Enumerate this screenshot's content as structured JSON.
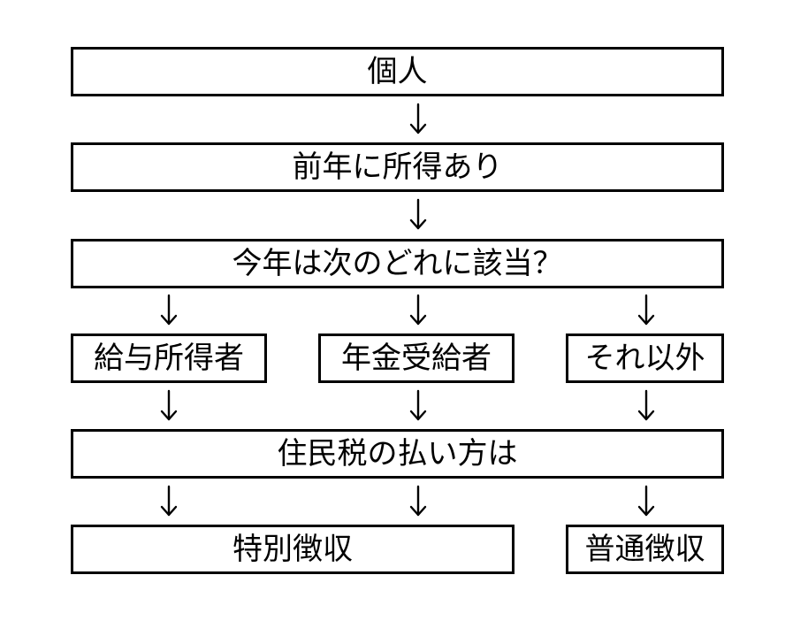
{
  "flowchart": {
    "nodes": {
      "individual": "個人",
      "prior_year_income": "前年に所得あり",
      "question": "今年は次のどれに該当？",
      "salary_earner": "給与所得者",
      "pension_recipient": "年金受給者",
      "other": "それ以外",
      "payment_method": "住民税の払い方は",
      "special_collection": "特別徴収",
      "ordinary_collection": "普通徴収"
    },
    "arrow_symbol": "↓",
    "edges": [
      [
        "individual",
        "prior_year_income"
      ],
      [
        "prior_year_income",
        "question"
      ],
      [
        "question",
        "salary_earner"
      ],
      [
        "question",
        "pension_recipient"
      ],
      [
        "question",
        "other"
      ],
      [
        "salary_earner",
        "payment_method"
      ],
      [
        "pension_recipient",
        "payment_method"
      ],
      [
        "other",
        "payment_method"
      ],
      [
        "payment_method",
        "special_collection"
      ],
      [
        "payment_method",
        "ordinary_collection"
      ]
    ]
  }
}
